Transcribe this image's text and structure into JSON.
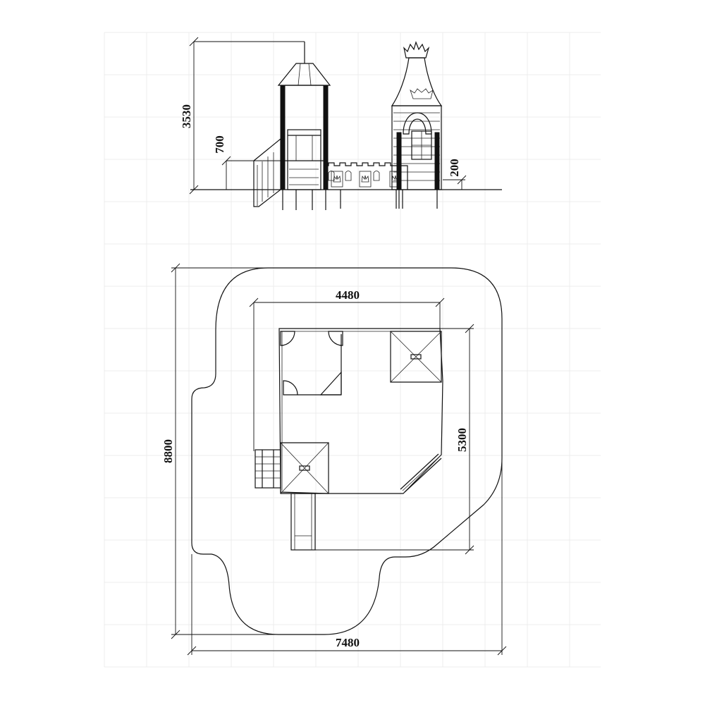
{
  "elevation": {
    "dimensions": {
      "total_height": "3530",
      "platform_height": "700",
      "low_platform_height": "200"
    }
  },
  "plan": {
    "dimensions": {
      "inner_width": "4480",
      "inner_depth": "5300",
      "overall_depth": "8800",
      "overall_width": "7480"
    }
  },
  "colors": {
    "line": "#111111",
    "grid": "#ececec",
    "background": "#ffffff"
  }
}
